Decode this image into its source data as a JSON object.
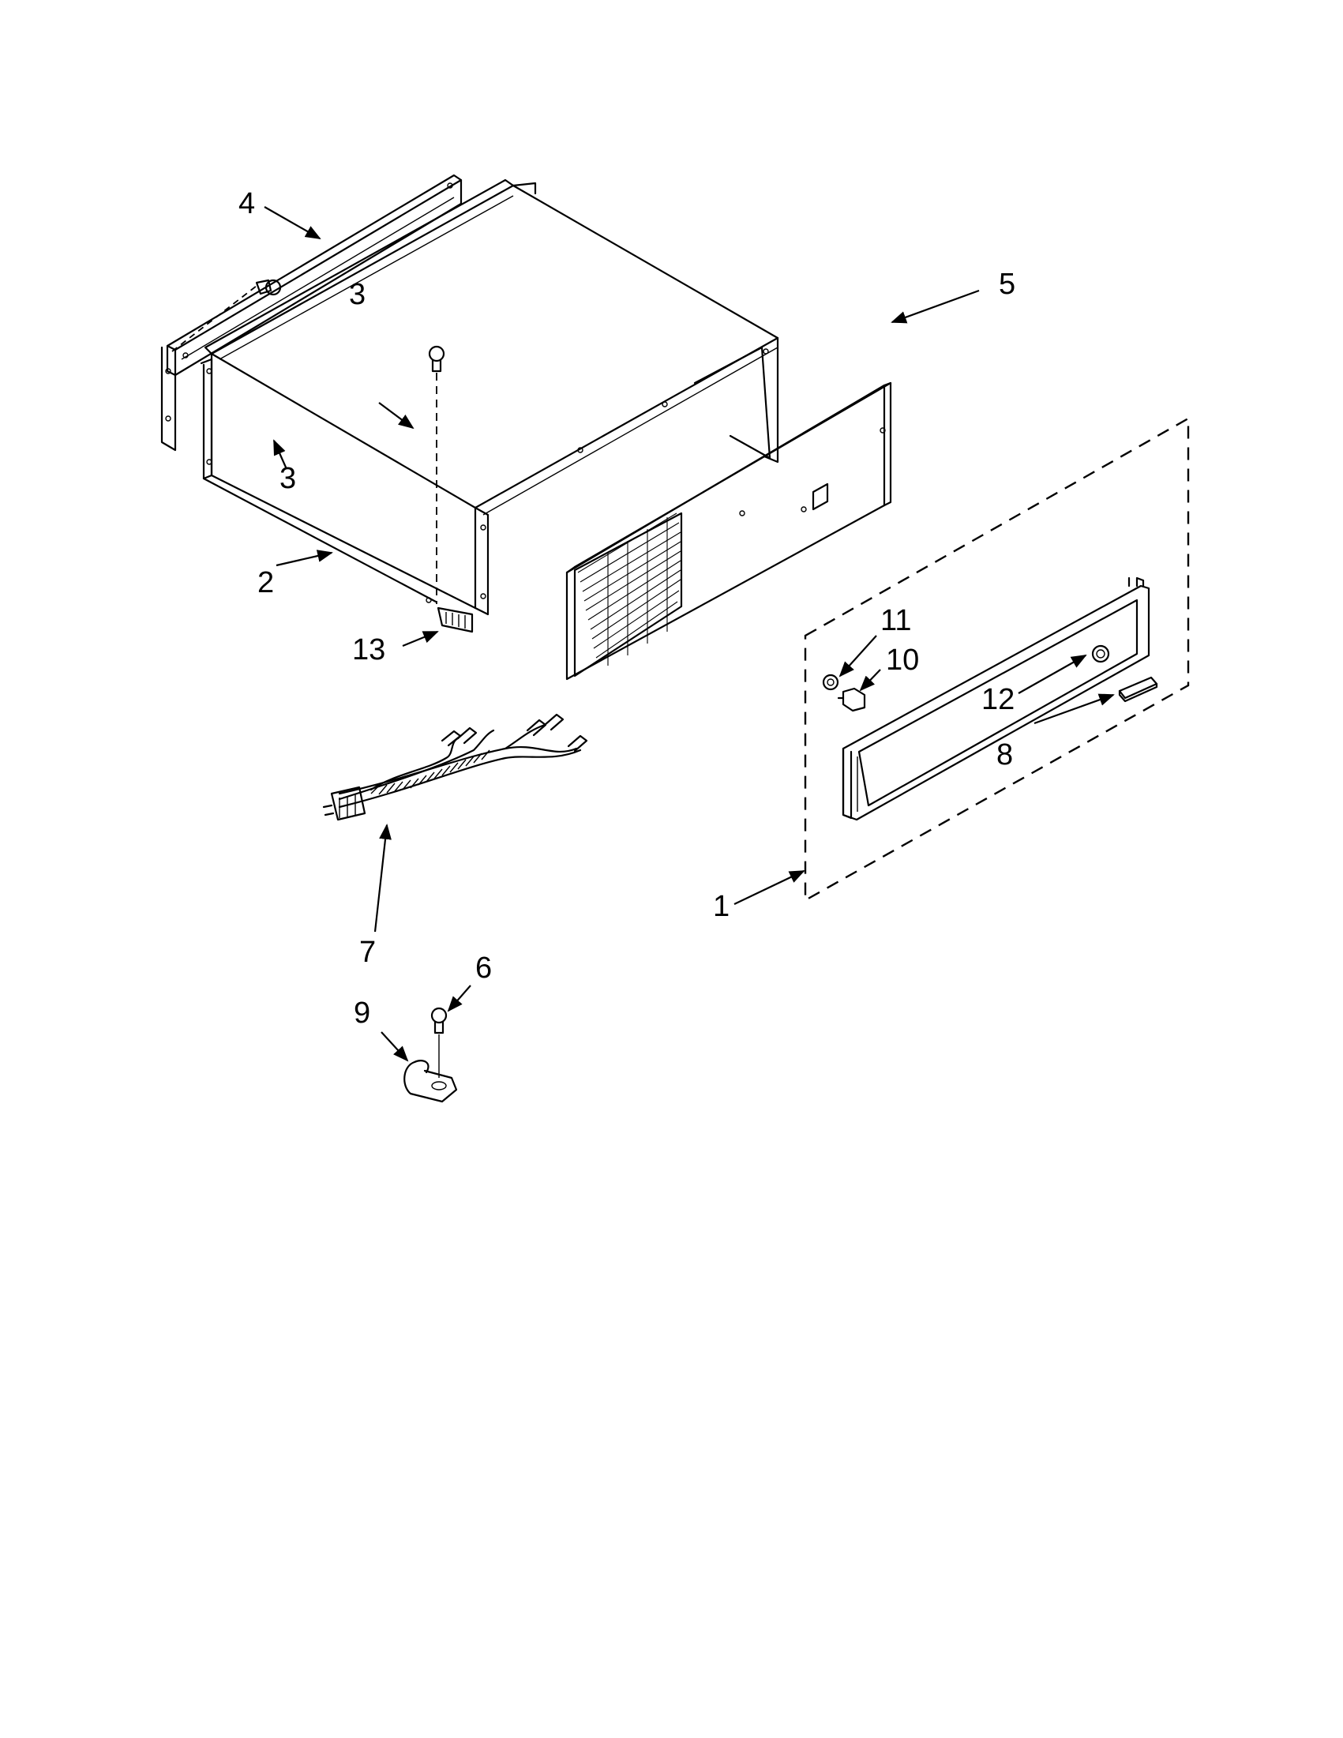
{
  "diagram": {
    "callouts": [
      {
        "id": "c1",
        "text": "1"
      },
      {
        "id": "c2",
        "text": "2"
      },
      {
        "id": "c3a",
        "text": "3"
      },
      {
        "id": "c3b",
        "text": "3"
      },
      {
        "id": "c4",
        "text": "4"
      },
      {
        "id": "c5",
        "text": "5"
      },
      {
        "id": "c6",
        "text": "6"
      },
      {
        "id": "c7",
        "text": "7"
      },
      {
        "id": "c8",
        "text": "8"
      },
      {
        "id": "c9",
        "text": "9"
      },
      {
        "id": "c10",
        "text": "10"
      },
      {
        "id": "c11",
        "text": "11"
      },
      {
        "id": "c12",
        "text": "12"
      },
      {
        "id": "c13",
        "text": "13"
      }
    ],
    "ink_color": "#000000",
    "background_color": "#ffffff"
  }
}
